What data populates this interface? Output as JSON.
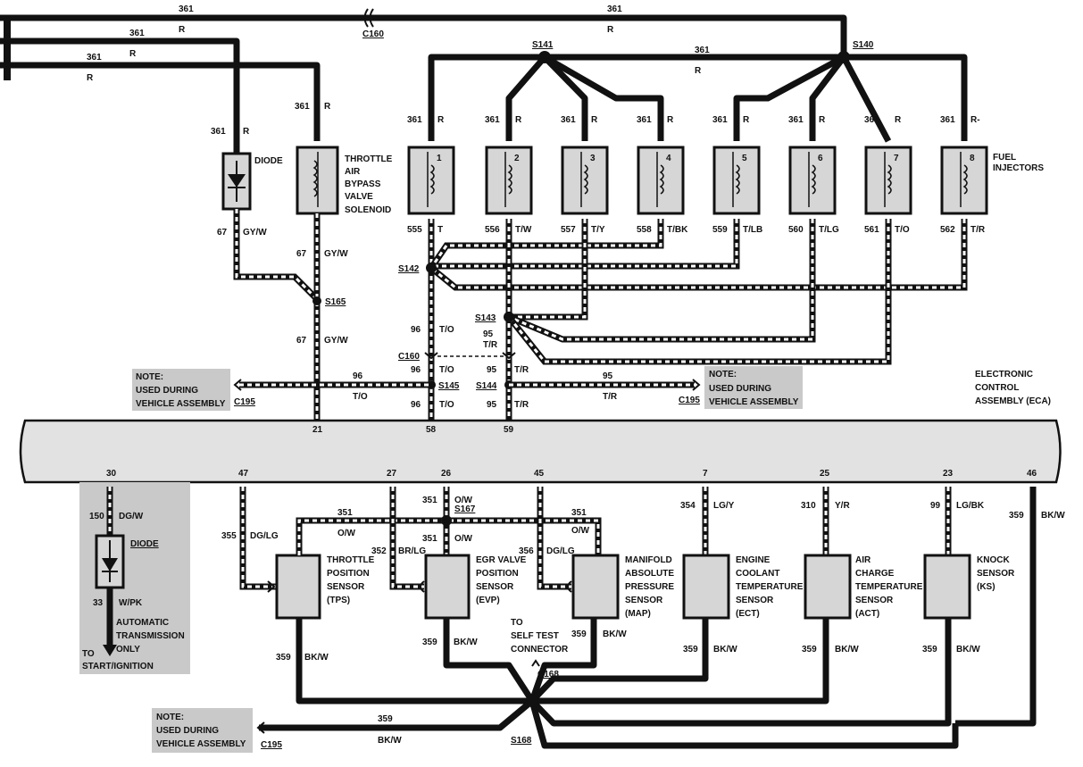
{
  "wires_top": {
    "w361_top": "361",
    "r_top": "R",
    "w361_2": "361",
    "r_2": "R",
    "w361_3": "361",
    "r_3": "R",
    "c160_top": "C160",
    "w361_right": "361",
    "r_right": "R",
    "w361_mid": "361",
    "r_mid": "R"
  },
  "splices": {
    "s141": "S141",
    "s140": "S140",
    "s142": "S142",
    "s143": "S143",
    "s165": "S165",
    "c160": "C160",
    "s145": "S145",
    "s144": "S144",
    "s167": "S167",
    "c168": "C168",
    "s168": "S168"
  },
  "diode_top": {
    "label": "DIODE",
    "w_in": "361",
    "c_in": "R",
    "w_out": "67",
    "c_out": "GY/W"
  },
  "solenoid": {
    "lines": [
      "THROTTLE",
      "AIR",
      "BYPASS",
      "VALVE",
      "SOLENOID"
    ],
    "w_in": "361",
    "c_in": "R",
    "w_out": "67",
    "c_out": "GY/W"
  },
  "injectors": {
    "label": [
      "FUEL",
      "INJECTORS"
    ],
    "items": [
      {
        "num": "1",
        "w_in": "361",
        "c_in": "R",
        "w_out": "555",
        "c_out": "T"
      },
      {
        "num": "2",
        "w_in": "361",
        "c_in": "R",
        "w_out": "556",
        "c_out": "T/W"
      },
      {
        "num": "3",
        "w_in": "361",
        "c_in": "R",
        "w_out": "557",
        "c_out": "T/Y"
      },
      {
        "num": "4",
        "w_in": "361",
        "c_in": "R",
        "w_out": "558",
        "c_out": "T/BK"
      },
      {
        "num": "5",
        "w_in": "361",
        "c_in": "R",
        "w_out": "559",
        "c_out": "T/LB"
      },
      {
        "num": "6",
        "w_in": "361",
        "c_in": "R",
        "w_out": "560",
        "c_out": "T/LG"
      },
      {
        "num": "7",
        "w_in": "361",
        "c_in": "R",
        "w_out": "561",
        "c_out": "T/O"
      },
      {
        "num": "8",
        "w_in": "361",
        "c_in": "R-",
        "w_out": "562",
        "c_out": "T/R"
      }
    ]
  },
  "mid_wires": {
    "w67_s165": "67",
    "c67_s165": "GY/W",
    "w96_a": "96",
    "c96_a": "T/O",
    "w95_a": "95",
    "c95_a": "T/R",
    "w96_b": "96",
    "c96_b": "T/O",
    "w95_b": "95",
    "c95_b": "T/R",
    "w96_c": "96",
    "c96_c": "T/O",
    "w95_c": "95",
    "c95_c": "T/R",
    "w96_left": "96",
    "c96_left": "T/O",
    "w95_right": "95",
    "c95_right": "T/R"
  },
  "notes": {
    "left": {
      "lines": [
        "NOTE:",
        "USED DURING",
        "VEHICLE ASSEMBLY"
      ],
      "conn": "C195"
    },
    "right": {
      "lines": [
        "NOTE:",
        "USED DURING",
        "VEHICLE ASSEMBLY"
      ],
      "conn": "C195"
    },
    "bottom": {
      "lines": [
        "NOTE:",
        "USED DURING",
        "VEHICLE ASSEMBLY"
      ],
      "conn": "C195"
    }
  },
  "eca": {
    "lines": [
      "ELECTRONIC",
      "CONTROL",
      "ASSEMBLY (ECA)"
    ]
  },
  "ecm_pins_top": [
    "21",
    "58",
    "59"
  ],
  "ecm_pins_bottom": [
    "30",
    "47",
    "27",
    "26",
    "45",
    "7",
    "25",
    "23",
    "46"
  ],
  "auto_trans": {
    "w150": "150",
    "c150": "DG/W",
    "diode": "DIODE",
    "w33": "33",
    "c33": "W/PK",
    "lines": [
      "AUTOMATIC",
      "TRANSMISSION",
      "ONLY"
    ],
    "to": [
      "TO",
      "START/IGNITION"
    ]
  },
  "tps": {
    "lines": [
      "THROTTLE",
      "POSITION",
      "SENSOR",
      "(TPS)"
    ],
    "w_in": "355",
    "c_in": "DG/LG",
    "w_gnd": "359",
    "c_gnd": "BK/W"
  },
  "ref": {
    "w351a": "351",
    "c351a": "O/W",
    "w351b": "351",
    "c351b": "O/W",
    "w351c": "351",
    "c351c": "O/W",
    "w351d": "351",
    "c351d": "O/W"
  },
  "evp": {
    "lines": [
      "EGR VALVE",
      "POSITION",
      "SENSOR",
      "(EVP)"
    ],
    "w_in": "352",
    "c_in": "BR/LG",
    "w_gnd": "359",
    "c_gnd": "BK/W"
  },
  "map": {
    "lines": [
      "MANIFOLD",
      "ABSOLUTE",
      "PRESSURE",
      "SENSOR",
      "(MAP)"
    ],
    "w_in": "356",
    "c_in": "DG/LG",
    "w_gnd": "359",
    "c_gnd": "BK/W"
  },
  "self_test": [
    "TO",
    "SELF TEST",
    "CONNECTOR"
  ],
  "ect": {
    "lines": [
      "ENGINE",
      "COOLANT",
      "TEMPERATURE",
      "SENSOR",
      "(ECT)"
    ],
    "w_in": "354",
    "c_in": "LG/Y",
    "w_gnd": "359",
    "c_gnd": "BK/W"
  },
  "act": {
    "lines": [
      "AIR",
      "CHARGE",
      "TEMPERATURE",
      "SENSOR",
      "(ACT)"
    ],
    "w_in": "310",
    "c_in": "Y/R",
    "w_gnd": "359",
    "c_gnd": "BK/W"
  },
  "ks": {
    "lines": [
      "KNOCK",
      "SENSOR",
      "(KS)"
    ],
    "w_in": "99",
    "c_in": "LG/BK",
    "w_gnd": "359",
    "c_gnd": "BK/W"
  },
  "gnd46": {
    "w": "359",
    "c": "BK/W"
  },
  "gnd_bottom": {
    "w": "359",
    "c": "BK/W"
  }
}
